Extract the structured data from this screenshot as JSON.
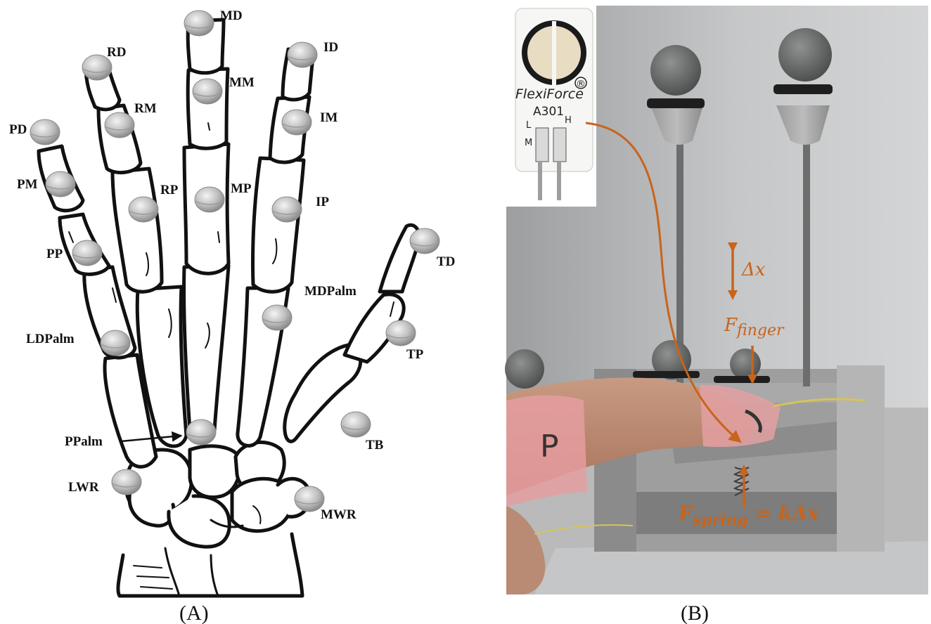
{
  "panel_a": {
    "caption": "(A)",
    "markers": [
      {
        "id": "MD",
        "label": "MD"
      },
      {
        "id": "RD",
        "label": "RD"
      },
      {
        "id": "ID",
        "label": "ID"
      },
      {
        "id": "MM",
        "label": "MM"
      },
      {
        "id": "RM",
        "label": "RM"
      },
      {
        "id": "IM",
        "label": "IM"
      },
      {
        "id": "PD",
        "label": "PD"
      },
      {
        "id": "PM",
        "label": "PM"
      },
      {
        "id": "RP",
        "label": "RP"
      },
      {
        "id": "MP",
        "label": "MP"
      },
      {
        "id": "IP",
        "label": "IP"
      },
      {
        "id": "PP",
        "label": "PP"
      },
      {
        "id": "TD",
        "label": "TD"
      },
      {
        "id": "MDPalm",
        "label": "MDPalm"
      },
      {
        "id": "LDPalm",
        "label": "LDPalm"
      },
      {
        "id": "TP",
        "label": "TP"
      },
      {
        "id": "PPalm",
        "label": "PPalm"
      },
      {
        "id": "TB",
        "label": "TB"
      },
      {
        "id": "LWR",
        "label": "LWR"
      },
      {
        "id": "MWR",
        "label": "MWR"
      }
    ]
  },
  "panel_b": {
    "caption": "(B)",
    "sensor_brand": "FlexiForce",
    "sensor_registered": "®",
    "sensor_model": "A301",
    "sensor_pin_l": "L",
    "sensor_pin_h": "H",
    "sensor_pin_m": "M",
    "delta_x": "Δx",
    "f_finger_main": "F",
    "f_finger_sub": "finger",
    "f_spring_main": "F",
    "f_spring_sub": "spring",
    "f_spring_rhs": " = kΔx",
    "finger_ink": "P",
    "accent_color": "#c8641c"
  }
}
